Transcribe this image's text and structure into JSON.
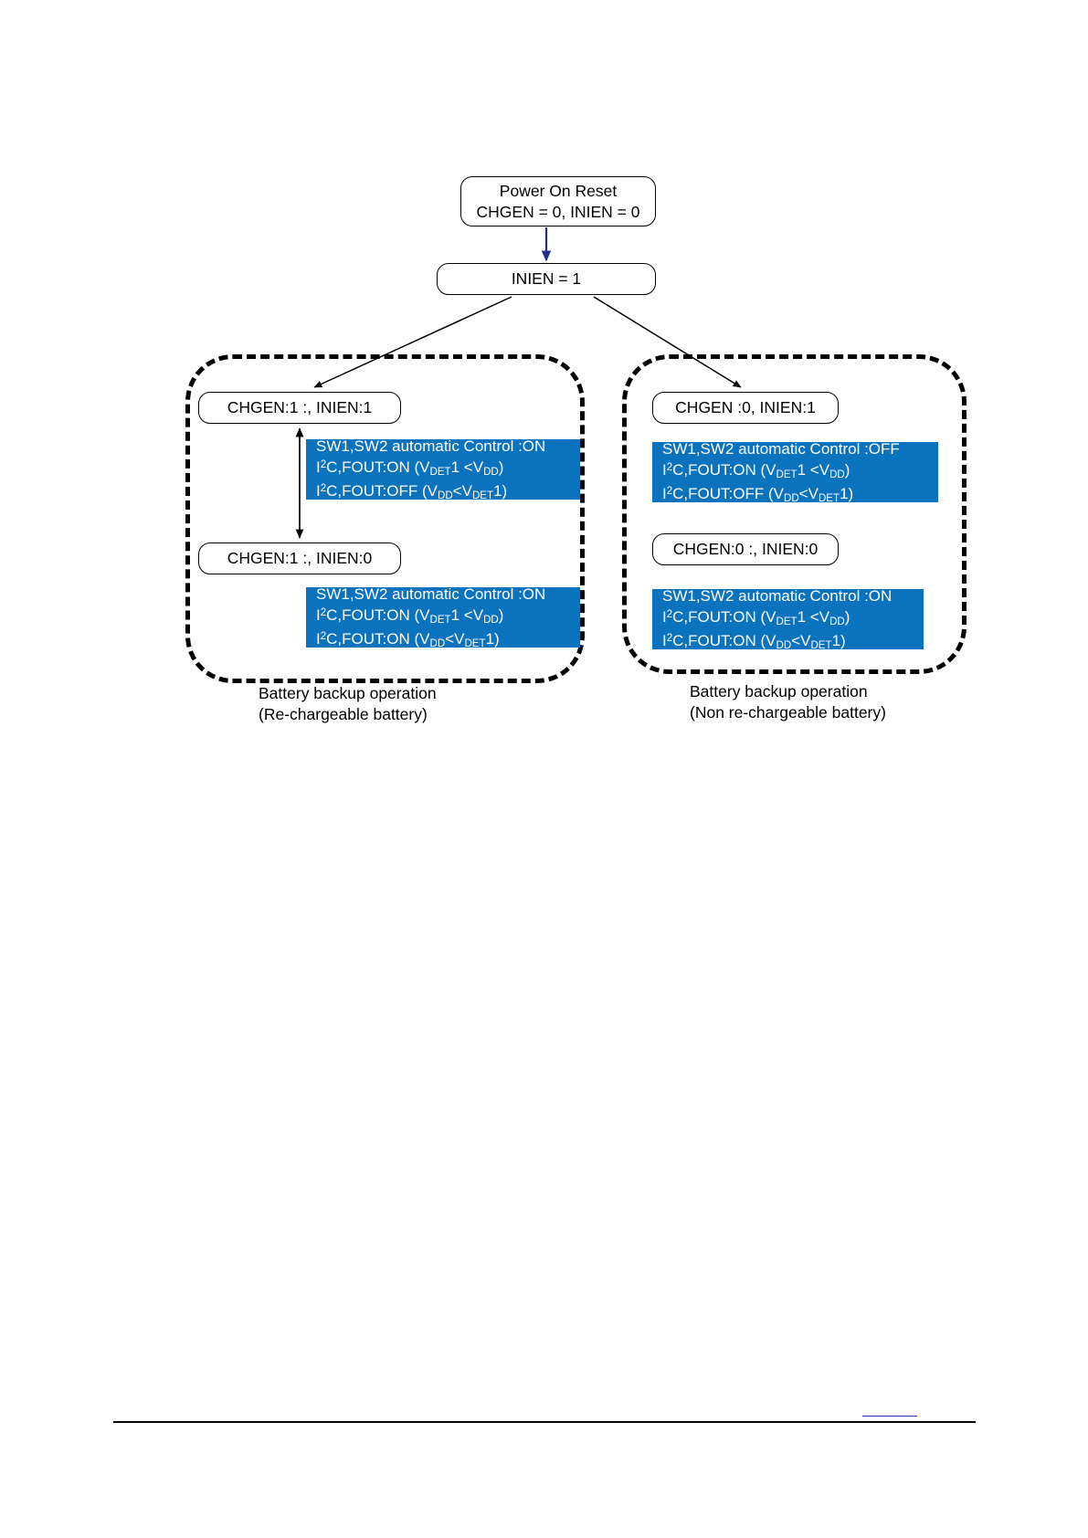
{
  "diagram": {
    "title_box": {
      "lines": [
        "Power On Reset",
        "CHGEN = 0, INIEN = 0"
      ]
    },
    "inien_box": {
      "line": "INIEN = 1"
    },
    "left_group": {
      "caption": [
        "Battery backup operation",
        "(Re-chargeable battery)"
      ],
      "states": [
        {
          "label": "CHGEN:1 :, INIEN:1",
          "info": {
            "line1": "SW1,SW2  automatic Control :ON",
            "line2_a": "I",
            "line2_sup": "2",
            "line2_b": "C,FOUT:ON   (V",
            "line2_sub1": "DET",
            "line2_c": "1 <V",
            "line2_sub2": "DD",
            "line2_d": ")",
            "line3_a": "I",
            "line3_sup": "2",
            "line3_b": "C,FOUT:OFF  (V",
            "line3_sub1": "DD",
            "line3_c": "<V",
            "line3_sub2": "DET",
            "line3_d": "1)"
          }
        },
        {
          "label": "CHGEN:1 :, INIEN:0",
          "info": {
            "line1": "SW1,SW2  automatic Control :ON",
            "line2_a": "I",
            "line2_sup": "2",
            "line2_b": "C,FOUT:ON  (V",
            "line2_sub1": "DET",
            "line2_c": "1 <V",
            "line2_sub2": "DD",
            "line2_d": ")",
            "line3_a": "I",
            "line3_sup": "2",
            "line3_b": "C,FOUT:ON  (V",
            "line3_sub1": "DD",
            "line3_c": "<V",
            "line3_sub2": "DET",
            "line3_d": "1)"
          }
        }
      ]
    },
    "right_group": {
      "caption": [
        "Battery backup operation",
        "(Non re-chargeable battery)"
      ],
      "states": [
        {
          "label": "CHGEN :0, INIEN:1",
          "info": {
            "line1": "SW1,SW2  automatic Control :OFF",
            "line2_a": "I",
            "line2_sup": "2",
            "line2_b": "C,FOUT:ON   (V",
            "line2_sub1": "DET",
            "line2_c": "1 <V",
            "line2_sub2": "DD",
            "line2_d": ")",
            "line3_a": "I",
            "line3_sup": "2",
            "line3_b": "C,FOUT:OFF  (V",
            "line3_sub1": "DD",
            "line3_c": "<V",
            "line3_sub2": "DET",
            "line3_d": "1)"
          }
        },
        {
          "label": "CHGEN:0 :, INIEN:0",
          "info": {
            "line1": "SW1,SW2  automatic Control :ON",
            "line2_a": "I",
            "line2_sup": "2",
            "line2_b": "C,FOUT:ON  (V",
            "line2_sub1": "DET",
            "line2_c": "1 <V",
            "line2_sub2": "DD",
            "line2_d": ")",
            "line3_a": "I",
            "line3_sup": "2",
            "line3_b": "C,FOUT:ON  (V",
            "line3_sub1": "DD",
            "line3_c": "<V",
            "line3_sub2": "DET",
            "line3_d": "1)"
          }
        }
      ]
    },
    "colors": {
      "info_blue": "#0b72bd",
      "arrow_blue": "#1f2f8f",
      "outline_black": "#000000"
    }
  }
}
